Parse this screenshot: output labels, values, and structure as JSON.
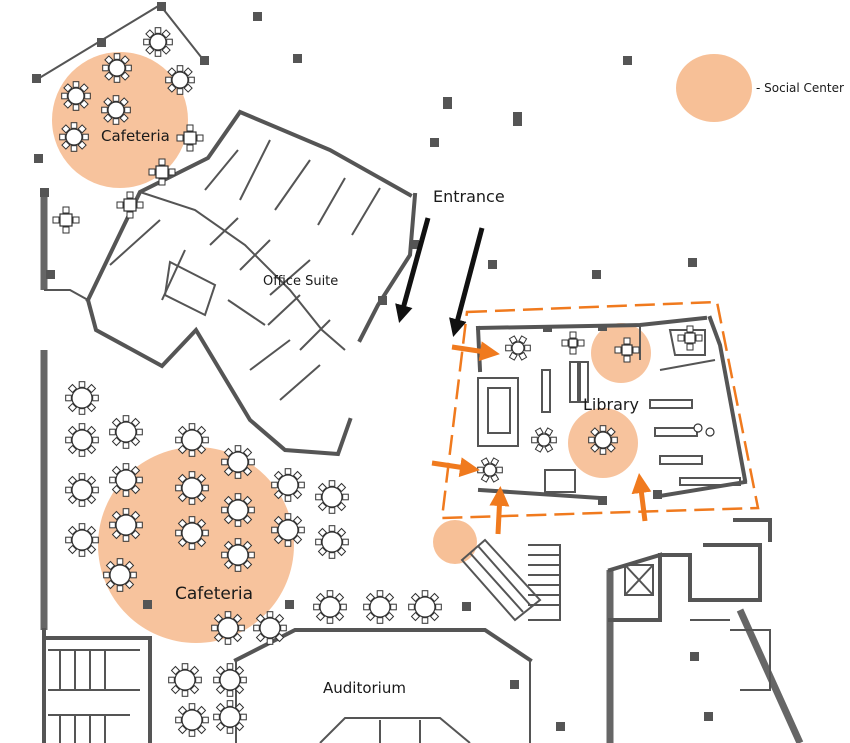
{
  "legend": {
    "label": "- Social Center"
  },
  "labels": {
    "cafeteria_top": "Cafeteria",
    "entrance": "Entrance",
    "office_suite": "Office Suite",
    "library": "Library",
    "cafeteria_bottom": "Cafeteria",
    "auditorium": "Auditorium"
  },
  "colors": {
    "social_center": "#f6b98c",
    "arrow_orange": "#f07a1e",
    "arrow_black": "#111111",
    "library_boundary": "#f07a1e",
    "walls": "#555555"
  },
  "icons": [
    "table-icon",
    "chair-icon",
    "arrow-icon",
    "stair-icon",
    "column-icon"
  ]
}
